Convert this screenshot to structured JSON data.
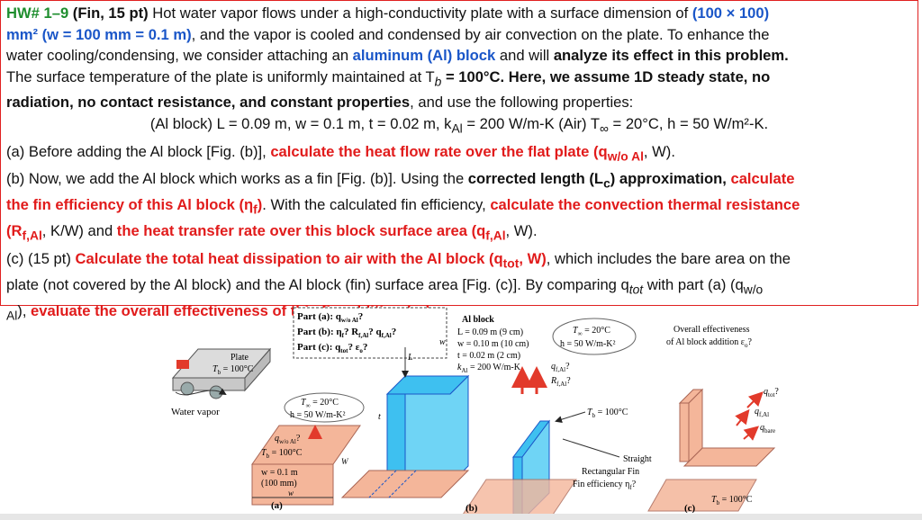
{
  "problem": {
    "line1": {
      "hw_label": "HW# 1–9",
      "points": "(Fin, 15 pt)",
      "text1": " Hot water vapor flows under a high-conductivity plate with a surface dimension of ",
      "dim": "(100 × 100)"
    },
    "line2": {
      "dim_end": "mm² (w = 100 mm = 0.1 m)",
      "text": ", and the vapor is cooled and condensed by air convection on the plate. To enhance the"
    },
    "line3": {
      "text1": "water cooling/condensing, we consider attaching an ",
      "al_block": "aluminum (Al) block",
      "text2": " and will ",
      "analyze": "analyze its effect in this problem."
    },
    "line4": {
      "text1": "The surface temperature of the plate is uniformly maintained at T",
      "sub": "b",
      "text2": " = 100°C. Here, we assume ",
      "assume": "1D steady state, no"
    },
    "line5": {
      "assume": "radiation, no contact resistance, and constant properties",
      "text": ", and use the following properties:"
    },
    "line6": {
      "text": "(Al block) L = 0.09 m, w = 0.1 m, t = 0.02 m, k",
      "sub": "Al",
      "text2": " = 200 W/m-K (Air) T",
      "inf": "∞",
      "text3": " = 20°C, h = 50 W/m²-K."
    },
    "part_a": {
      "prefix": "(a) Before adding the Al block [Fig. (b)], ",
      "task": "calculate the heat flow rate over the flat plate",
      "q": " (q",
      "qsub": "w/o Al",
      "end": ", W)."
    },
    "part_b": {
      "l1_prefix": "(b) Now, we add the Al block which works as a fin [Fig. (b)]. Using the ",
      "l1_bold": "corrected length (L",
      "l1_bold_sub": "c",
      "l1_bold_end": ") approximation,",
      "l1_red": " calculate",
      "l2_red": "the fin efficiency of this Al block (η",
      "l2_red_sub": "f",
      "l2_red_end": ")",
      "l2_text": ". With the calculated fin efficiency, ",
      "l2_red2": "calculate the convection thermal resistance",
      "l3_red": "(R",
      "l3_red_sub": "f,Al",
      "l3_text": ", K/W) and ",
      "l3_red2": "the heat transfer rate over this block surface area (q",
      "l3_red2_sub": "f,Al",
      "l3_end": ", W)."
    },
    "part_c": {
      "l1_prefix": "(c) (15 pt) ",
      "l1_red": "Calculate the total heat dissipation to air with the Al block (q",
      "l1_red_sub": "tot",
      "l1_red_end": ", W)",
      "l1_text": ", which includes the bare area on the",
      "l2_text": "plate (not covered by the Al block) and the Al block (fin) surface area [Fig. (c)]. By comparing q",
      "l2_sub": "tot",
      "l2_end": " with part (a) (q",
      "l2_sub2": "w/o",
      "l3_sub": "Al",
      "l3_text": "), ",
      "l3_red": "evaluate the overall effectiveness of this fin addition (ε",
      "l3_red_sub": "o",
      "l3_red_end": ")."
    }
  },
  "figure": {
    "parts_box": {
      "a": "Part (a): q",
      "a_sub": "w/o Al",
      "a_end": "?",
      "b": "Part (b): η",
      "b_sub1": "f",
      "b_mid": "? R",
      "b_sub2": "f,Al",
      "b_mid2": "? q",
      "b_sub3": "f,Al",
      "b_end": "?",
      "c": "Part (c): q",
      "c_sub1": "tot",
      "c_mid": "? ε",
      "c_sub2": "o",
      "c_end": "?"
    },
    "fig_a": {
      "plate_label": "Plate",
      "tb": "T",
      "tb_sub": "b",
      "tb_val": " = 100°C",
      "water_vapor": "Water vapor",
      "tinf": "T",
      "tinf_sub": "∞",
      "tinf_val": " = 20°C",
      "h": "h = 50 W/m-K²",
      "q": "q",
      "q_sub": "w/o Al",
      "q_end": "?",
      "tb2_val": " = 100°C",
      "w_val": "w = 0.1 m",
      "w_mm": "(100 mm)",
      "w_lbl": "w",
      "w_side": "W",
      "caption": "(a)"
    },
    "fig_b": {
      "title": "Al block",
      "L": "L = 0.09 m (9 cm)",
      "w": "w = 0.10 m (10 cm)",
      "t": "t = 0.02 m (2 cm)",
      "k": "k",
      "k_sub": "Al",
      "k_val": " = 200 W/m-K",
      "tinf": "T",
      "tinf_sub": "∞",
      "tinf_val": " = 20°C",
      "h": "h = 50 W/m-K²",
      "qf": "q",
      "qf_sub": "f,Al",
      "qf_end": "?",
      "rf": "R",
      "rf_sub": "f,Al",
      "rf_end": "?",
      "tb": "T",
      "tb_sub": "b",
      "tb_val": " = 100°C",
      "fin1": "Straight",
      "fin2": "Rectangular Fin",
      "fin3": "Fin efficiency η",
      "fin3_sub": "f",
      "fin3_end": "?",
      "lbl_L": "L",
      "lbl_w": "w",
      "lbl_t": "t",
      "caption": "(b)"
    },
    "fig_c": {
      "title1": "Overall effectiveness",
      "title2": "of Al block addition ε",
      "title2_sub": "o",
      "title2_end": "?",
      "qtot": "q",
      "qtot_sub": "tot",
      "qtot_end": "?",
      "qfal": "q",
      "qfal_sub": "f,Al",
      "qbare": "q",
      "qbare_sub": "bare",
      "tb": "T",
      "tb_sub": "b",
      "tb_val": " = 100°C",
      "caption": "(c)"
    }
  },
  "colors": {
    "border": "#e02020",
    "red_text": "#e11b1b",
    "blue_text": "#1a56c8",
    "green_text": "#1e8e2e",
    "fin_blue": "#3ec0f0",
    "plate_salmon": "#f4b69a",
    "arrow_red": "#e23a2b",
    "plate_grey": "#d8d8d8"
  }
}
